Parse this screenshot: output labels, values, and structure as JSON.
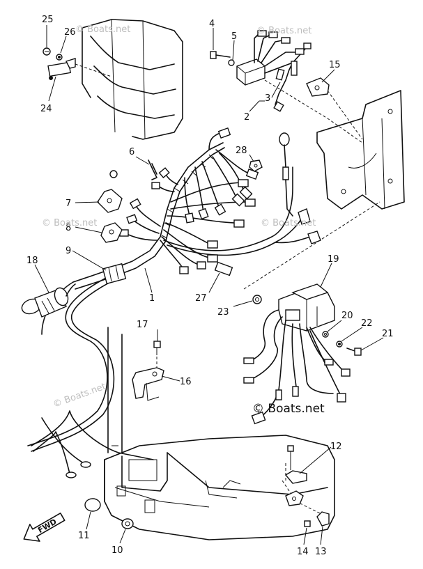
{
  "watermarks": [
    "© Boats.net",
    "© Boats.net",
    "© Boats.net",
    "© Boats.net",
    "© Boats.net"
  ],
  "watermark_main": "© Boats.net",
  "fwd_label": "FWD",
  "callouts": [
    {
      "id": "25",
      "label": "25"
    },
    {
      "id": "26",
      "label": "26"
    },
    {
      "id": "24",
      "label": "24"
    },
    {
      "id": "4",
      "label": "4"
    },
    {
      "id": "5",
      "label": "5"
    },
    {
      "id": "15",
      "label": "15"
    },
    {
      "id": "3",
      "label": "3"
    },
    {
      "id": "2",
      "label": "2"
    },
    {
      "id": "6",
      "label": "6"
    },
    {
      "id": "28",
      "label": "28"
    },
    {
      "id": "7",
      "label": "7"
    },
    {
      "id": "8",
      "label": "8"
    },
    {
      "id": "9",
      "label": "9"
    },
    {
      "id": "18",
      "label": "18"
    },
    {
      "id": "1",
      "label": "1"
    },
    {
      "id": "27",
      "label": "27"
    },
    {
      "id": "19",
      "label": "19"
    },
    {
      "id": "23",
      "label": "23"
    },
    {
      "id": "20",
      "label": "20"
    },
    {
      "id": "22",
      "label": "22"
    },
    {
      "id": "21",
      "label": "21"
    },
    {
      "id": "17",
      "label": "17"
    },
    {
      "id": "16",
      "label": "16"
    },
    {
      "id": "12",
      "label": "12"
    },
    {
      "id": "11",
      "label": "11"
    },
    {
      "id": "10",
      "label": "10"
    },
    {
      "id": "14",
      "label": "14"
    },
    {
      "id": "13",
      "label": "13"
    }
  ]
}
